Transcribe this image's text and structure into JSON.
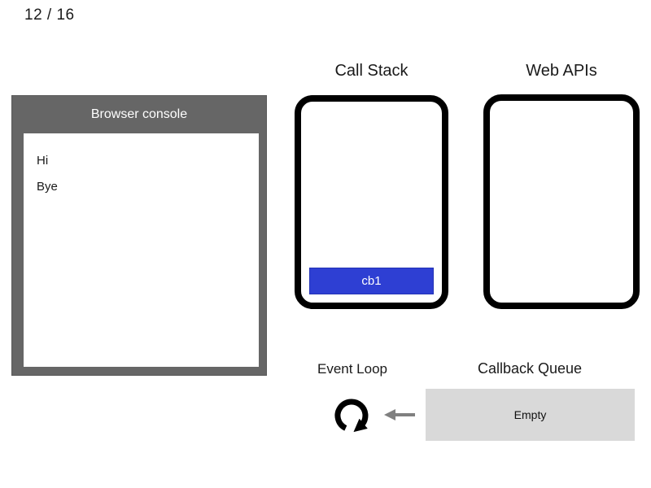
{
  "slide": {
    "counter": "12 / 16"
  },
  "browser_console": {
    "title": "Browser console",
    "logs": [
      "Hi",
      "Bye"
    ]
  },
  "call_stack": {
    "heading": "Call Stack",
    "frames": [
      {
        "label": "cb1"
      }
    ]
  },
  "web_apis": {
    "heading": "Web APIs",
    "items": []
  },
  "event_loop": {
    "heading": "Event Loop",
    "icon": "loop-arrow-icon"
  },
  "callback_queue": {
    "heading": "Callback Queue",
    "status": "Empty",
    "arrow_icon": "left-arrow-icon"
  },
  "colors": {
    "console_frame": "#666666",
    "console_title_text": "#ffffff",
    "stack_frame_bg": "#2e3fd3",
    "queue_bg": "#d9d9d9",
    "arrow_gray": "#808080",
    "outline_black": "#000000"
  }
}
